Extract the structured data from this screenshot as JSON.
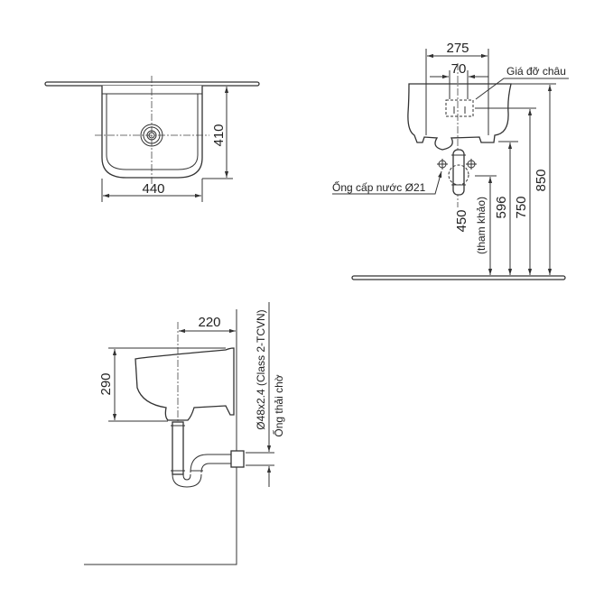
{
  "top_view": {
    "width": "440",
    "depth": "410"
  },
  "front_view": {
    "bracket_span": "275",
    "bracket_width": "70",
    "bracket_label": "Giá đỡ châu",
    "supply_label": "Ống cấp nước Ø21",
    "supply_height": "450",
    "supply_note": "(tham khảo)",
    "bracket_bottom_height": "596",
    "bracket_top_height": "750",
    "rim_height": "850"
  },
  "side_view": {
    "projection": "220",
    "basin_height": "290",
    "drain_spec": "Ø48x2.4 (Class 2-TCVN)",
    "drain_label": "Ống thải chờ"
  }
}
